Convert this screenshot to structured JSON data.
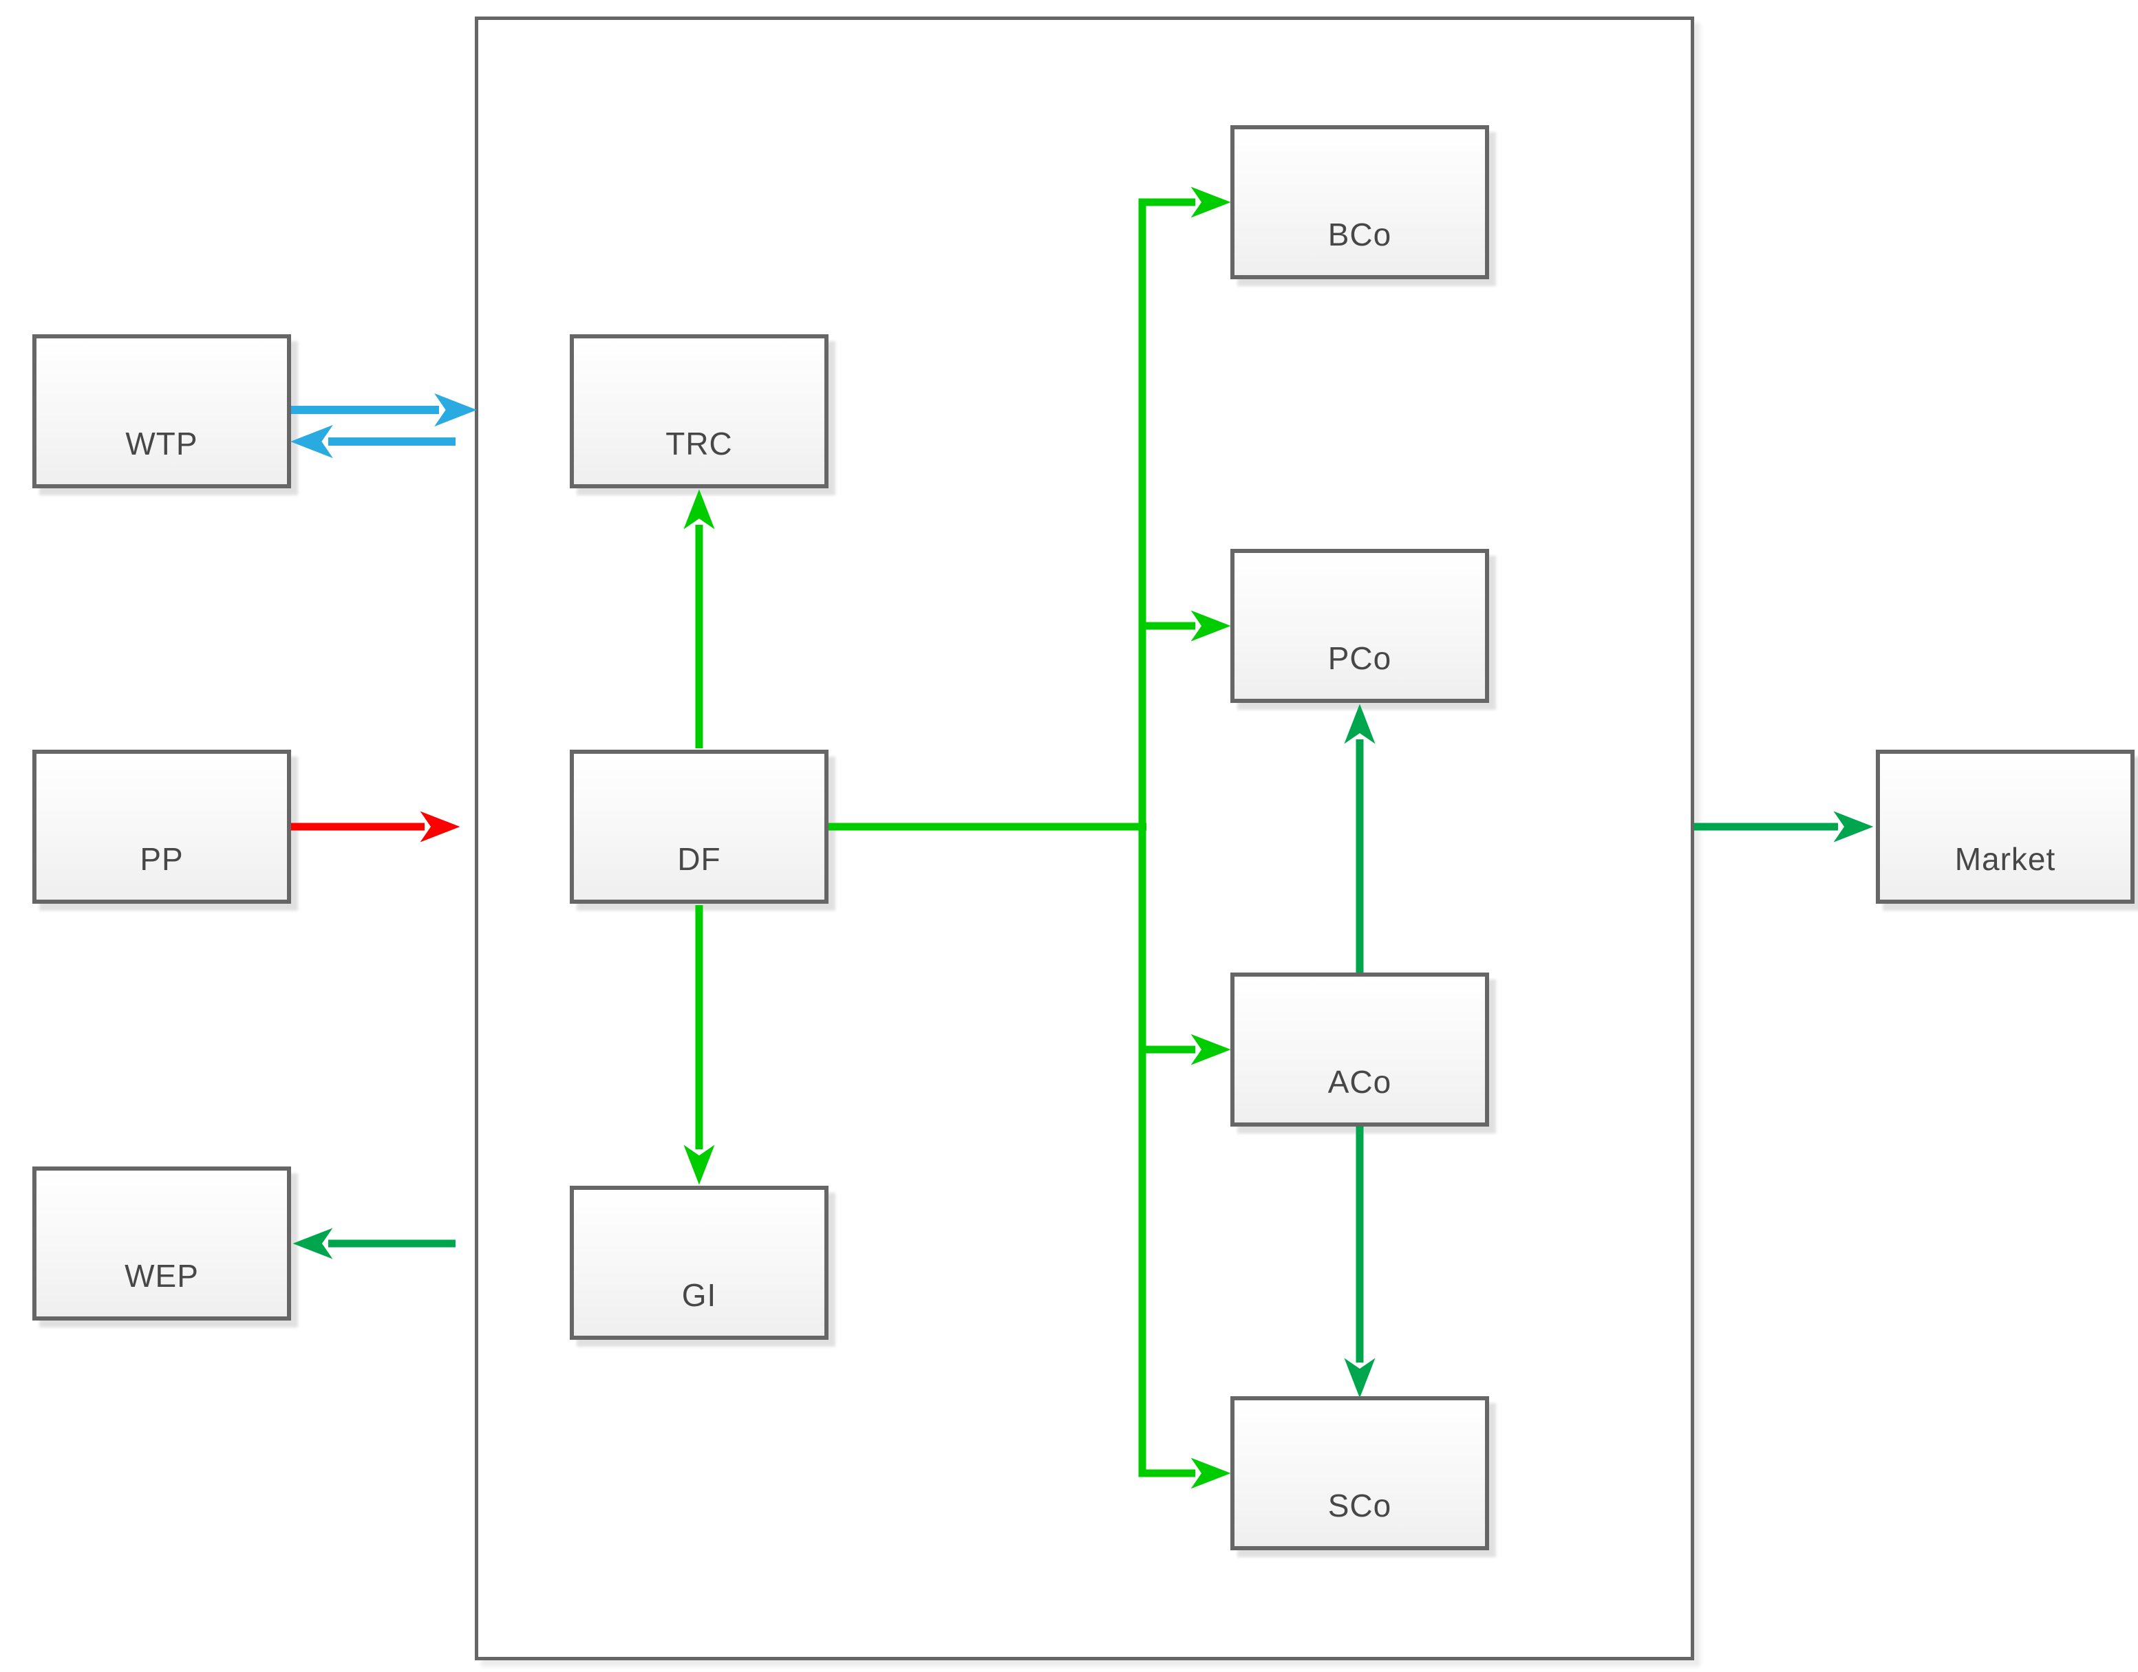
{
  "colors": {
    "bright_green": "#00CC00",
    "dark_green": "#00A64D",
    "blue": "#29ABE2",
    "red": "#FF0000",
    "box_border": "#666666",
    "label_text": "#474747"
  },
  "nodes": {
    "wtp": {
      "label": "WTP"
    },
    "pp": {
      "label": "PP"
    },
    "wep": {
      "label": "WEP"
    },
    "trc": {
      "label": "TRC"
    },
    "df": {
      "label": "DF"
    },
    "gi": {
      "label": "GI"
    },
    "bco": {
      "label": "BCo"
    },
    "pco": {
      "label": "PCo"
    },
    "aco": {
      "label": "ACo"
    },
    "sco": {
      "label": "SCo"
    },
    "market": {
      "label": "Market"
    }
  },
  "edges": [
    {
      "from": "WTP",
      "to": "group",
      "color": "blue"
    },
    {
      "from": "group",
      "to": "WTP",
      "color": "blue"
    },
    {
      "from": "PP",
      "to": "group",
      "color": "red"
    },
    {
      "from": "group",
      "to": "WEP",
      "color": "dark_green"
    },
    {
      "from": "DF",
      "to": "TRC",
      "color": "bright_green"
    },
    {
      "from": "DF",
      "to": "GI",
      "color": "bright_green"
    },
    {
      "from": "DF",
      "to": "BCo",
      "color": "bright_green"
    },
    {
      "from": "DF",
      "to": "PCo",
      "color": "bright_green"
    },
    {
      "from": "DF",
      "to": "ACo",
      "color": "bright_green"
    },
    {
      "from": "DF",
      "to": "SCo",
      "color": "bright_green"
    },
    {
      "from": "ACo",
      "to": "PCo",
      "color": "dark_green"
    },
    {
      "from": "ACo",
      "to": "SCo",
      "color": "dark_green"
    },
    {
      "from": "group",
      "to": "Market",
      "color": "dark_green"
    }
  ]
}
